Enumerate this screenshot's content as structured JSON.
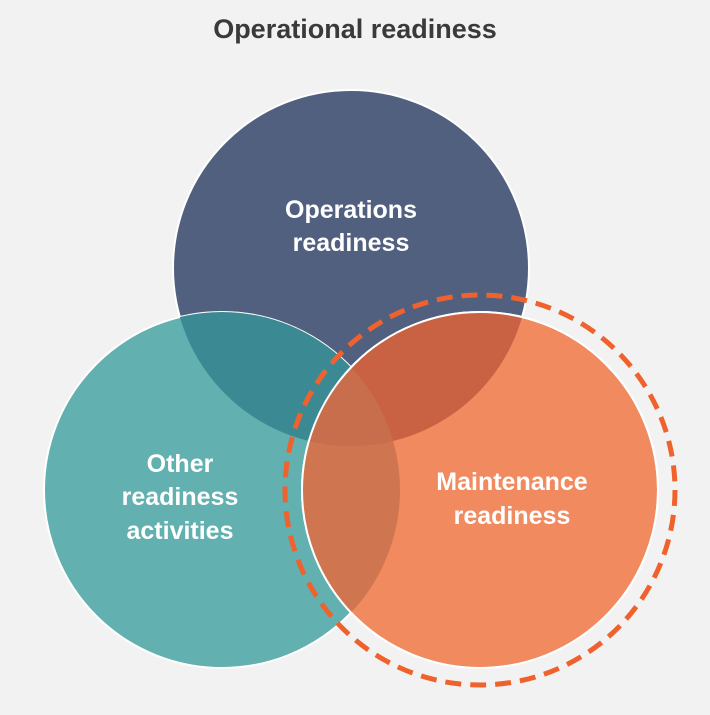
{
  "title": "Operational readiness",
  "circles": {
    "top": {
      "line1": "Operations",
      "line2": "readiness",
      "color": "#51607f"
    },
    "left": {
      "line1": "Other",
      "line2": "readiness",
      "line3": "activities",
      "color": "#62b0af"
    },
    "right": {
      "line1": "Maintenance",
      "line2": "readiness",
      "color": "#f28a60"
    }
  },
  "overlap_colors": {
    "top_left": "#3b8a93",
    "top_right": "#c86243",
    "left_right": "#cf7650",
    "all": "#c96e4c"
  },
  "highlight_color": "#f0622d"
}
